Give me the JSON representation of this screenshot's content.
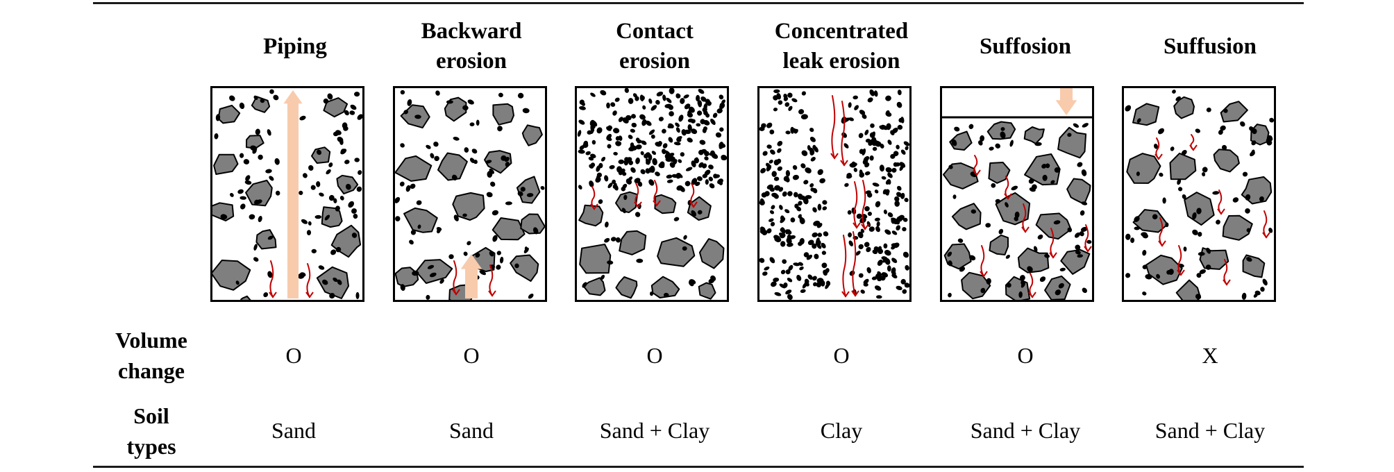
{
  "columns": [
    {
      "id": "piping",
      "header": [
        "Piping"
      ],
      "volume_change": "O",
      "soil_type": "Sand"
    },
    {
      "id": "backward",
      "header": [
        "Backward",
        "erosion"
      ],
      "volume_change": "O",
      "soil_type": "Sand"
    },
    {
      "id": "contact",
      "header": [
        "Contact",
        "erosion"
      ],
      "volume_change": "O",
      "soil_type": "Sand + Clay"
    },
    {
      "id": "leak",
      "header": [
        "Concentrated",
        "leak erosion"
      ],
      "volume_change": "O",
      "soil_type": "Clay"
    },
    {
      "id": "suffosion",
      "header": [
        "Suffosion"
      ],
      "volume_change": "O",
      "soil_type": "Sand + Clay"
    },
    {
      "id": "suffusion",
      "header": [
        "Suffusion"
      ],
      "volume_change": "X",
      "soil_type": "Sand + Clay"
    }
  ],
  "row_labels": {
    "volume_change": [
      "Volume",
      "change"
    ],
    "soil_types": [
      "Soil",
      "types"
    ]
  },
  "colors": {
    "grain_fill": "#7f7f7f",
    "grain_stroke": "#000000",
    "fine_particle": "#000000",
    "flow_arrow": "#c00000",
    "seepage_arrow": "#f8cbad",
    "frame": "#000000"
  }
}
